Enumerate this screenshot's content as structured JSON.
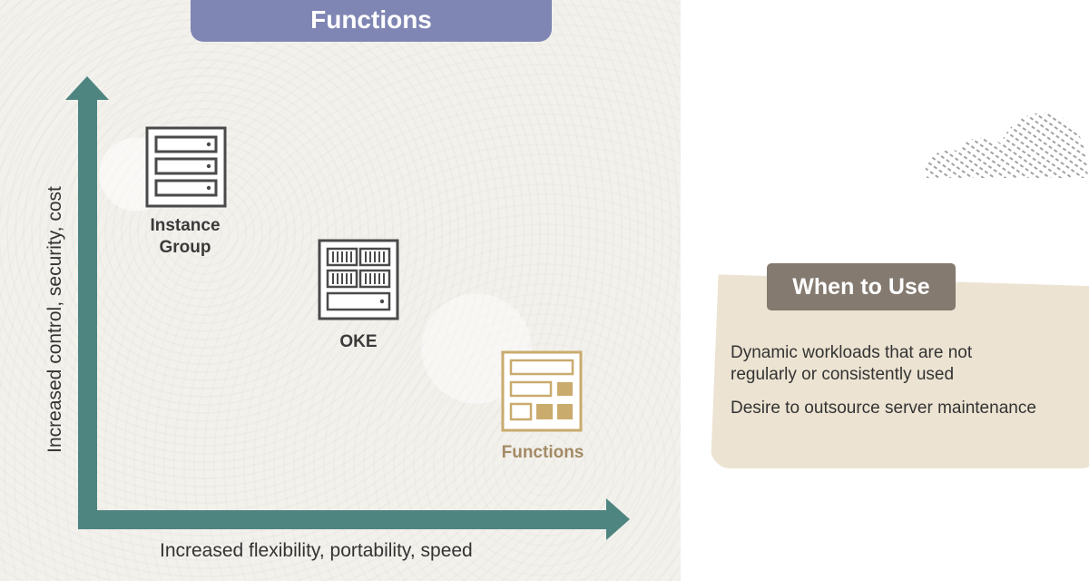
{
  "title": "Functions",
  "axes": {
    "y_label": "Increased control, security, cost",
    "x_label": "Increased flexibility, portability, speed"
  },
  "nodes": [
    {
      "label": "Instance Group",
      "icon": "server-rack-icon"
    },
    {
      "label": "OKE",
      "icon": "kubernetes-cluster-icon"
    },
    {
      "label": "Functions",
      "icon": "functions-grid-icon"
    }
  ],
  "when_to_use": {
    "heading": "When to Use",
    "items": [
      "Dynamic workloads that are not regularly or consistently used",
      "Desire to outsource server maintenance"
    ]
  },
  "colors": {
    "banner": "#7f86b3",
    "axis": "#4e8581",
    "icon_dark": "#4a4a4a",
    "icon_accent": "#c9ab6e",
    "card": "#ece3d2",
    "card_heading": "#847a70"
  }
}
